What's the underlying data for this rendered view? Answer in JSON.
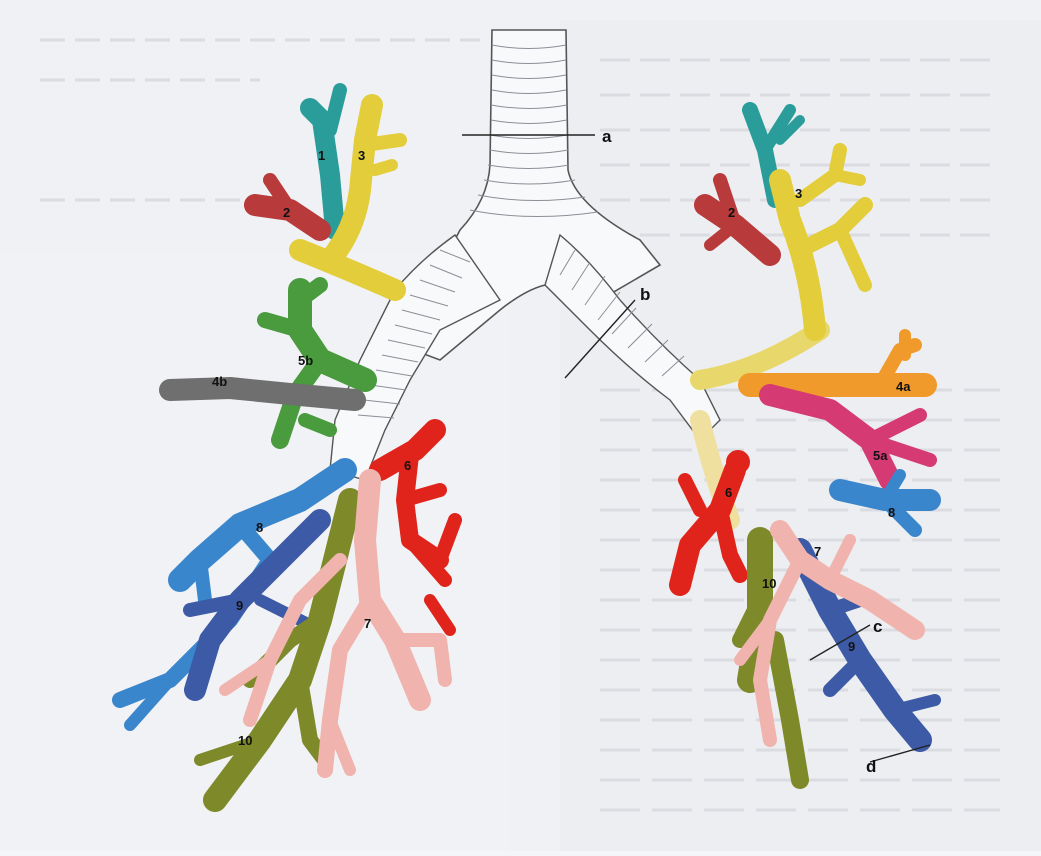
{
  "labels": {
    "a": "a",
    "b": "b",
    "c": "c",
    "d": "d"
  },
  "segments_right_lung": {
    "s1": "1",
    "s2": "2",
    "s3": "3",
    "s4b": "4b",
    "s5b": "5b",
    "s6": "6",
    "s7": "7",
    "s8": "8",
    "s9": "9",
    "s10": "10"
  },
  "segments_left_lung": {
    "s2": "2",
    "s3": "3",
    "s4a": "4a",
    "s5a": "5a",
    "s6": "6",
    "s7": "7",
    "s8": "8",
    "s9": "9",
    "s10": "10"
  },
  "colors": {
    "s1": "#2a9d9a",
    "s2": "#b83a3a",
    "s3": "#e3cd3a",
    "s4": "#6f6f6f",
    "s4a": "#f09a2c",
    "s5": "#4a9a3e",
    "s5a": "#d63a72",
    "s6": "#e0241c",
    "s7": "#f0b3ad",
    "s8": "#3a86cc",
    "s9": "#3d5aa6",
    "s10": "#7e8a2a",
    "trachea": "#f7f8fa",
    "outline": "#555"
  }
}
